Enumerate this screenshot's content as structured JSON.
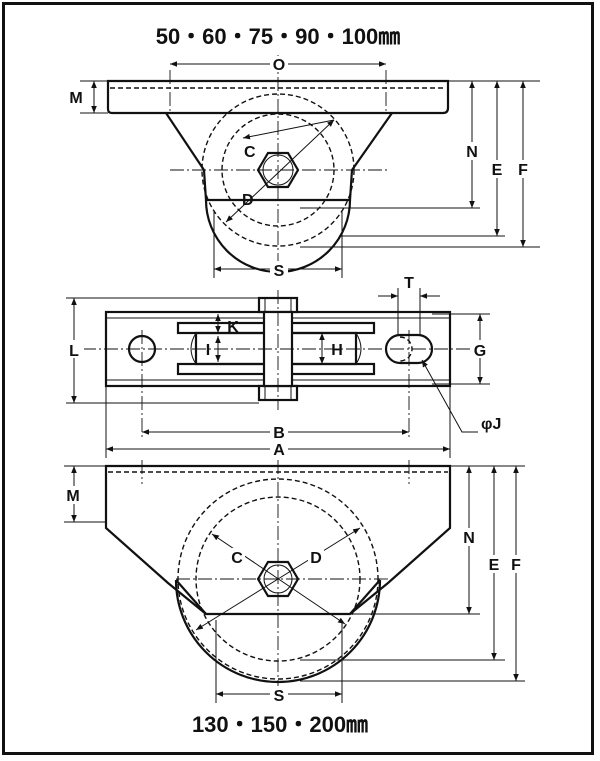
{
  "sizes": {
    "small_series": "50・60・75・90・100㎜",
    "large_series": "130・150・200㎜"
  },
  "labels": {
    "O": "O",
    "M": "M",
    "N": "N",
    "E": "E",
    "F": "F",
    "C": "C",
    "D": "D",
    "S": "S",
    "T": "T",
    "K": "K",
    "L": "L",
    "I": "I",
    "H": "H",
    "G": "G",
    "J": "φJ",
    "B": "B",
    "A": "A"
  }
}
